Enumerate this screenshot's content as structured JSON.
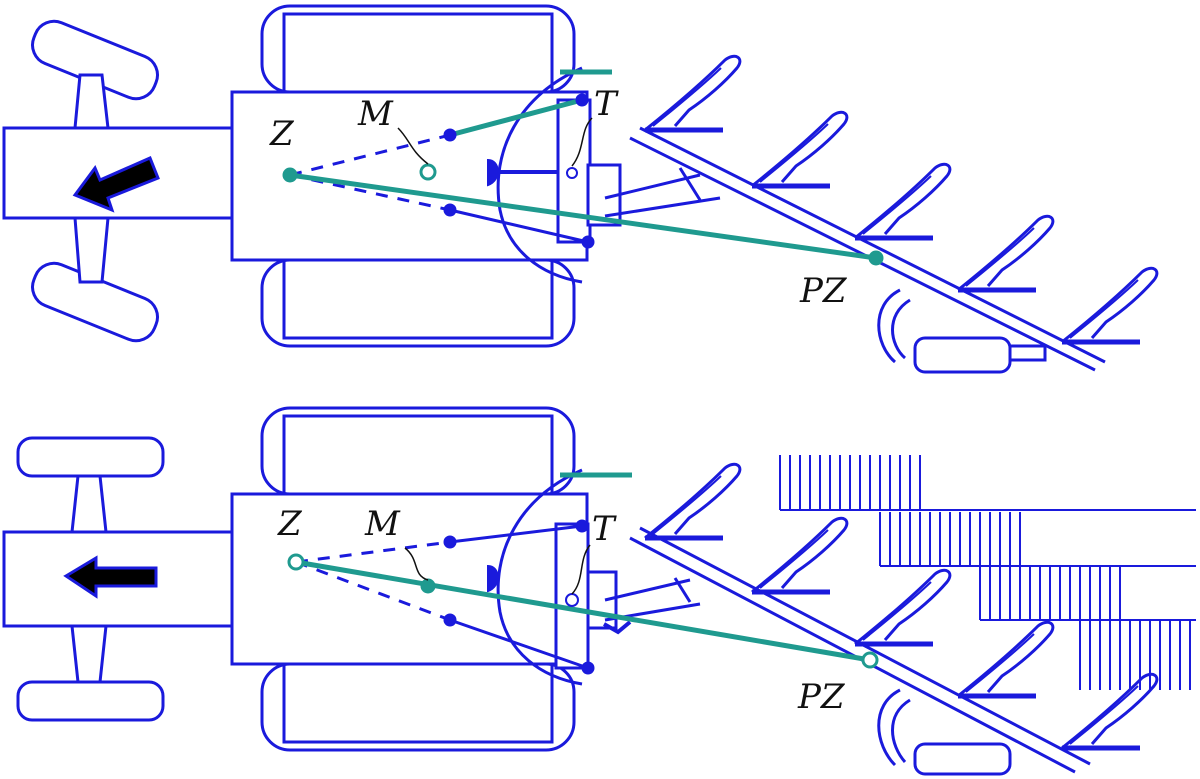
{
  "colors": {
    "outline": "#1a1adc",
    "linkage": "#1f9a8f",
    "arrow": "#000000",
    "label": "#111111"
  },
  "panels": [
    {
      "id": "top",
      "labels": {
        "z": "Z",
        "m": "M",
        "t": "T",
        "pz": "PZ"
      },
      "arrow_direction": "left-down",
      "state": "turning"
    },
    {
      "id": "bottom",
      "labels": {
        "z": "Z",
        "m": "M",
        "t": "T",
        "pz": "PZ"
      },
      "arrow_direction": "left",
      "state": "straight"
    }
  ]
}
